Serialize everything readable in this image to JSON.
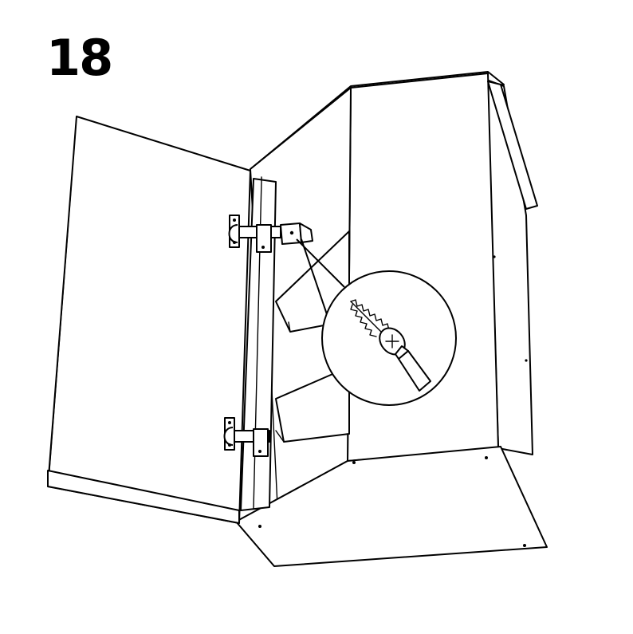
{
  "step": {
    "number": "18"
  },
  "illustration": {
    "icons": [
      "cabinet",
      "door",
      "hinge",
      "mounting-plate",
      "screw",
      "screwdriver",
      "magnifier"
    ],
    "colors": {
      "line": "#000000",
      "fill": "#ffffff"
    }
  }
}
